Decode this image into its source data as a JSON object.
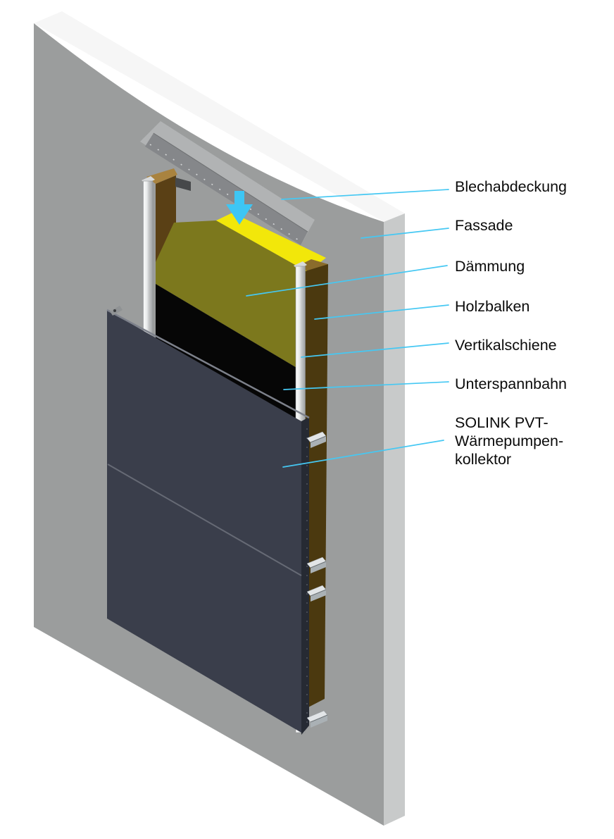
{
  "diagram": {
    "labels": [
      {
        "text": "Blechabdeckung"
      },
      {
        "text": "Fassade"
      },
      {
        "text": "Dämmung"
      },
      {
        "text": "Holzbalken"
      },
      {
        "text": "Vertikalschiene"
      },
      {
        "text": "Unterspannbahn"
      },
      {
        "lines": [
          "SOLINK PVT-",
          "Wärmepumpen-",
          "kollektor"
        ]
      }
    ],
    "colors": {
      "leader": "#45c8f3",
      "arrow": "#3dc6f4",
      "wall_front": "#9b9d9d",
      "wall_side": "#c8caca",
      "wall_top": "#f6f6f6",
      "cover_top": "#b1b3b4",
      "cover_front": "#85878a",
      "beam_front_left": "#5a4015",
      "beam_top_left": "#a9833f",
      "beam_front_right": "#4b390f",
      "beam_top_right": "#8a6c2c",
      "insulation_front": "#7c781d",
      "insulation_top": "#f2e70a",
      "membrane": "#060606",
      "panel_front": "#3a3e4b",
      "panel_side": "#262a33"
    }
  }
}
